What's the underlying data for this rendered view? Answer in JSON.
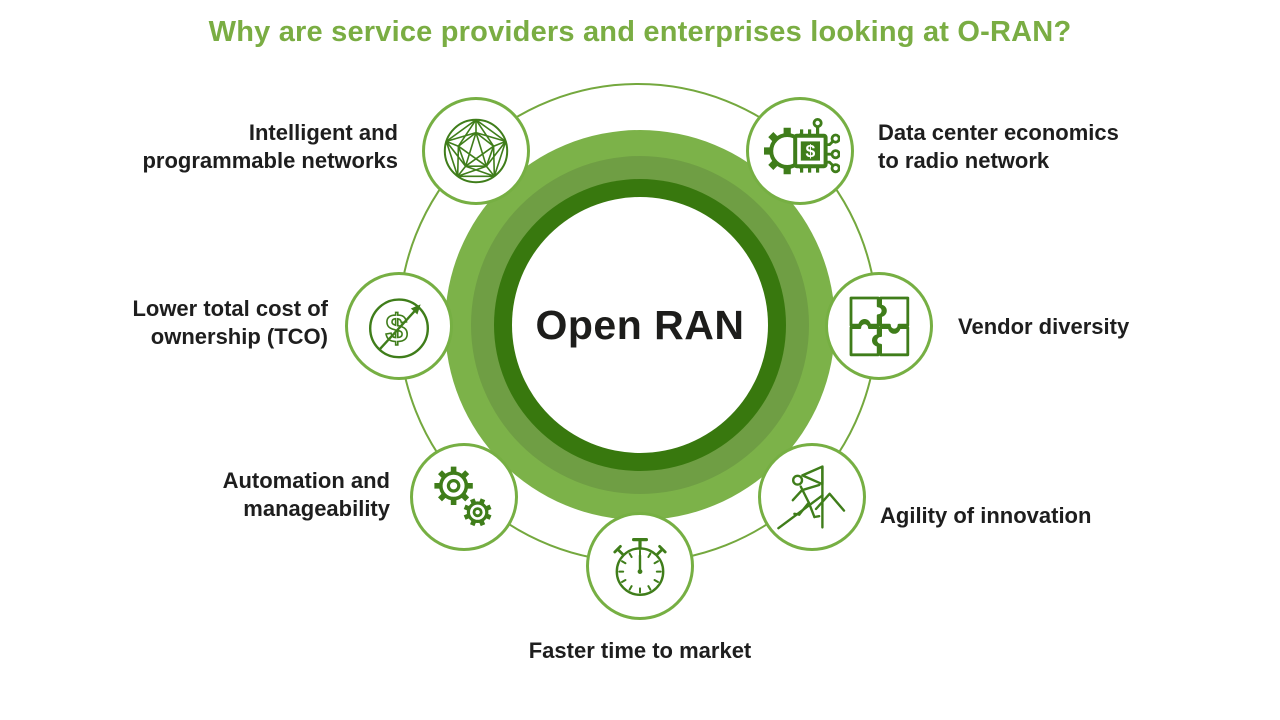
{
  "title": {
    "text": "Why are service providers and enterprises looking at O-RAN?"
  },
  "center": {
    "label": "Open RAN"
  },
  "colors": {
    "title_green": "#7AAD43",
    "ring_outer": "#7CB249",
    "ring_middle": "#6F9E44",
    "ring_dark": "#38780E",
    "orbit_line": "#74A83E",
    "node_border": "#76AF43",
    "icon_stroke": "#3F7D1A",
    "label_text": "#1E1E1E"
  },
  "glyphs": {
    "dollar": "$"
  },
  "nodes": [
    {
      "id": "intelligent-networks",
      "label": "Intelligent and\nprogrammable networks",
      "icon": "mesh-network-icon"
    },
    {
      "id": "data-center-economics",
      "label": "Data center economics\nto radio network",
      "icon": "chip-dollar-gear-icon"
    },
    {
      "id": "lower-tco",
      "label": "Lower total cost of\nownership (TCO)",
      "icon": "dollar-growth-icon"
    },
    {
      "id": "vendor-diversity",
      "label": "Vendor diversity",
      "icon": "puzzle-icon"
    },
    {
      "id": "automation-manageability",
      "label": "Automation and\nmanageability",
      "icon": "gears-icon"
    },
    {
      "id": "agility-of-innovation",
      "label": "Agility of innovation",
      "icon": "climber-flag-icon"
    },
    {
      "id": "faster-time-to-market",
      "label": "Faster time to market",
      "icon": "stopwatch-icon"
    }
  ]
}
